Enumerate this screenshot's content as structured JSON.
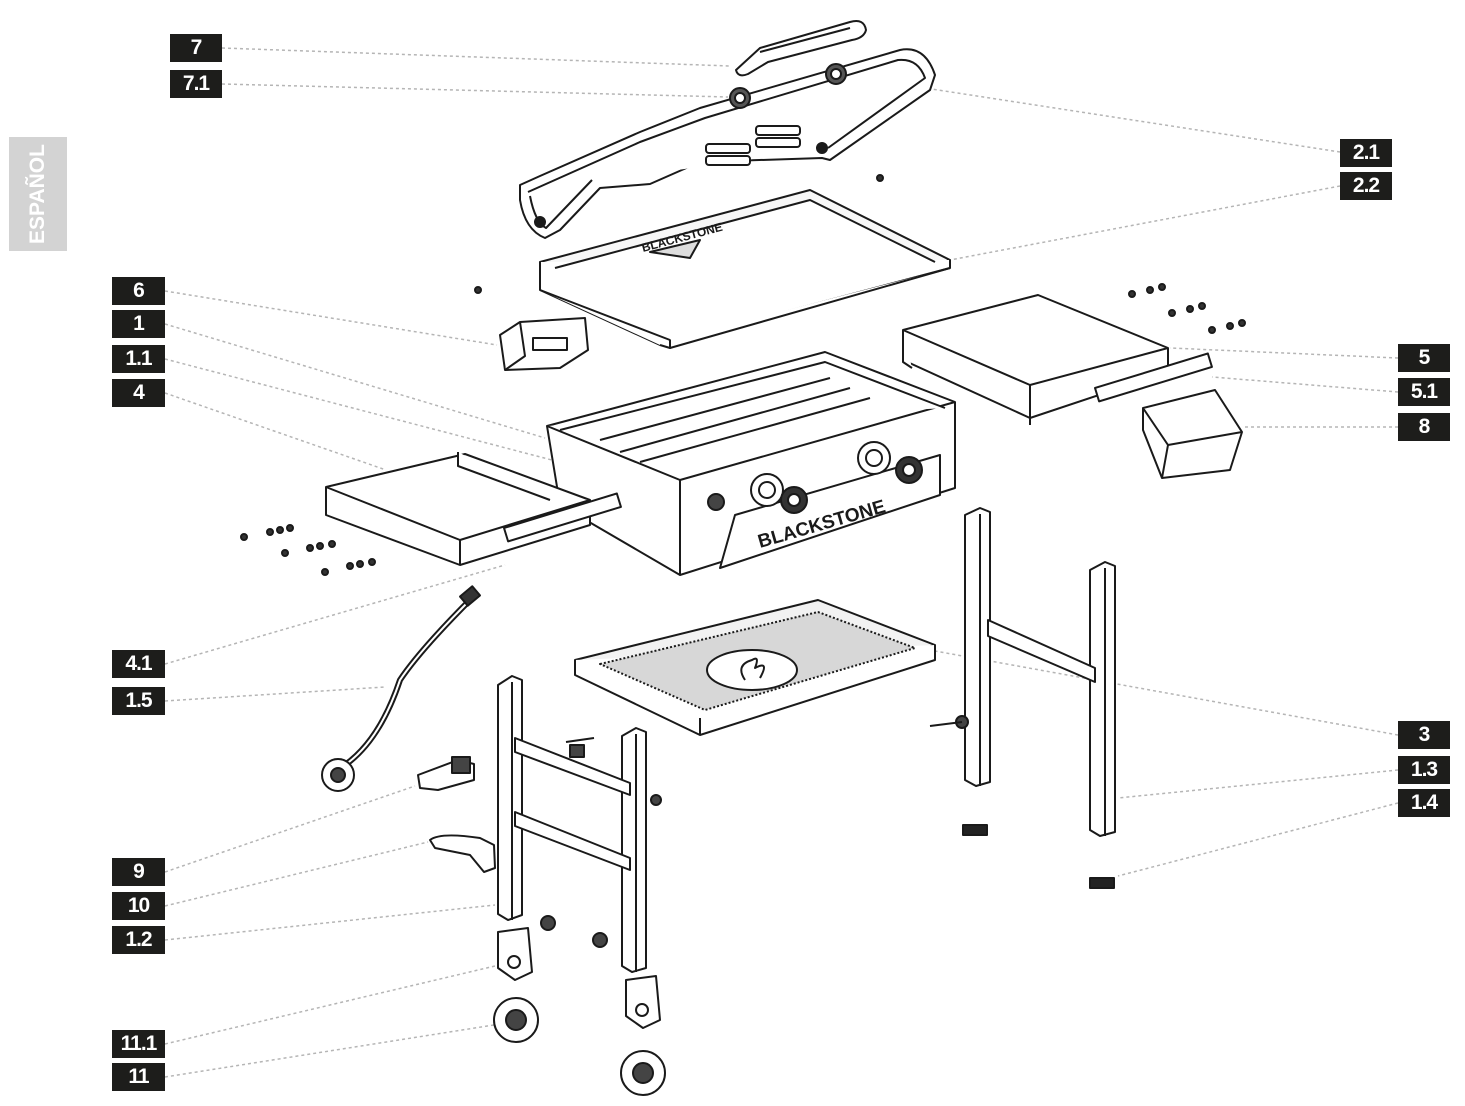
{
  "language_tab": "ESPAÑOL",
  "brand": {
    "lid_text": "BLACKSTONE",
    "front_text": "BLACKSTONE"
  },
  "labels": {
    "p7": "7",
    "p7_1": "7.1",
    "p2_1": "2.1",
    "p2_2": "2.2",
    "p6": "6",
    "p1": "1",
    "p1_1": "1.1",
    "p4": "4",
    "p5": "5",
    "p5_1": "5.1",
    "p8": "8",
    "p4_1": "4.1",
    "p1_5": "1.5",
    "p3": "3",
    "p1_3": "1.3",
    "p1_4": "1.4",
    "p9": "9",
    "p10": "10",
    "p1_2": "1.2",
    "p11_1": "11.1",
    "p11": "11"
  },
  "colors": {
    "label_bg": "#1d1d1b",
    "label_text": "#ffffff",
    "leader": "#b5b5b5",
    "tab": "#d3d3d3",
    "line": "#1a1a1a"
  }
}
